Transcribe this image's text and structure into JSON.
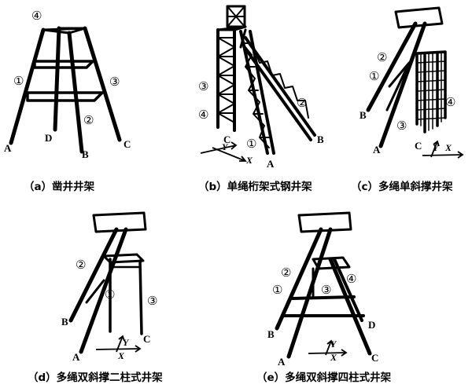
{
  "marks": {
    "m1": "①",
    "m2": "②",
    "m3": "③",
    "m4": "④"
  },
  "letters": {
    "A": "A",
    "B": "B",
    "C": "C",
    "D": "D"
  },
  "axes": {
    "x": "X",
    "y": "Y"
  },
  "captions": {
    "a": "（a）凿井井架",
    "b": "（b）单绳桁架式钢井架",
    "c": "（c）多绳单斜撑井架",
    "d": "（d）多绳双斜撑二柱式井架",
    "e": "（e）多绳双斜撑四柱式井架"
  }
}
